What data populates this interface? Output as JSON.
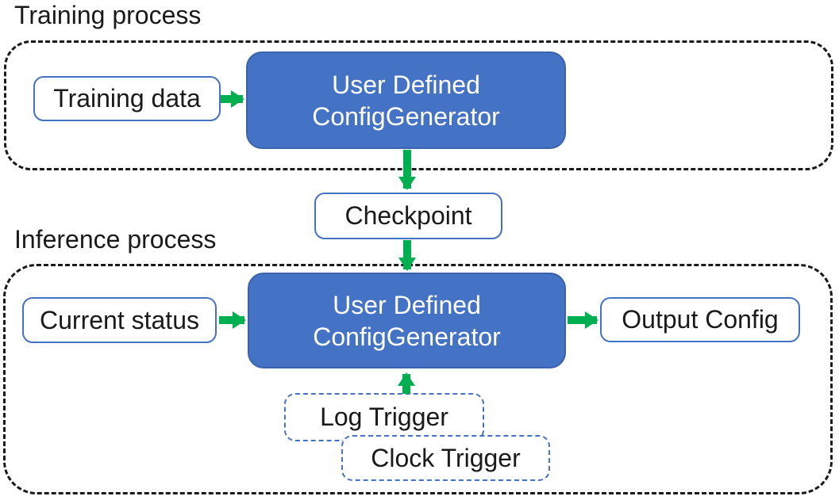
{
  "colors": {
    "box_blue": "#4472C4",
    "box_blue_border": "#3A62AD",
    "white_box_border": "#4472C4",
    "trigger_border": "#4472C4",
    "arrow_green": "#00B050",
    "container_dash": "#1A1A1A",
    "text_dark": "#1A1A1A",
    "text_light": "#FFFFFF",
    "background": "#FFFFFF"
  },
  "sections": {
    "training": {
      "label": "Training process"
    },
    "inference": {
      "label": "Inference process"
    }
  },
  "nodes": {
    "training_data": {
      "label": "Training data"
    },
    "generator_training": {
      "line1": "User Defined",
      "line2": "ConfigGenerator"
    },
    "checkpoint": {
      "label": "Checkpoint"
    },
    "current_status": {
      "label": "Current status"
    },
    "generator_inference": {
      "line1": "User Defined",
      "line2": "ConfigGenerator"
    },
    "output_config": {
      "label": "Output Config"
    },
    "log_trigger": {
      "label": "Log Trigger"
    },
    "clock_trigger": {
      "label": "Clock Trigger"
    }
  },
  "arrows": [
    {
      "id": "training-data-to-generator",
      "direction": "right"
    },
    {
      "id": "generator-to-checkpoint",
      "direction": "down"
    },
    {
      "id": "checkpoint-to-inference-generator",
      "direction": "down"
    },
    {
      "id": "current-status-to-generator",
      "direction": "right"
    },
    {
      "id": "generator-to-output-config",
      "direction": "right"
    },
    {
      "id": "log-trigger-to-generator",
      "direction": "up"
    }
  ]
}
